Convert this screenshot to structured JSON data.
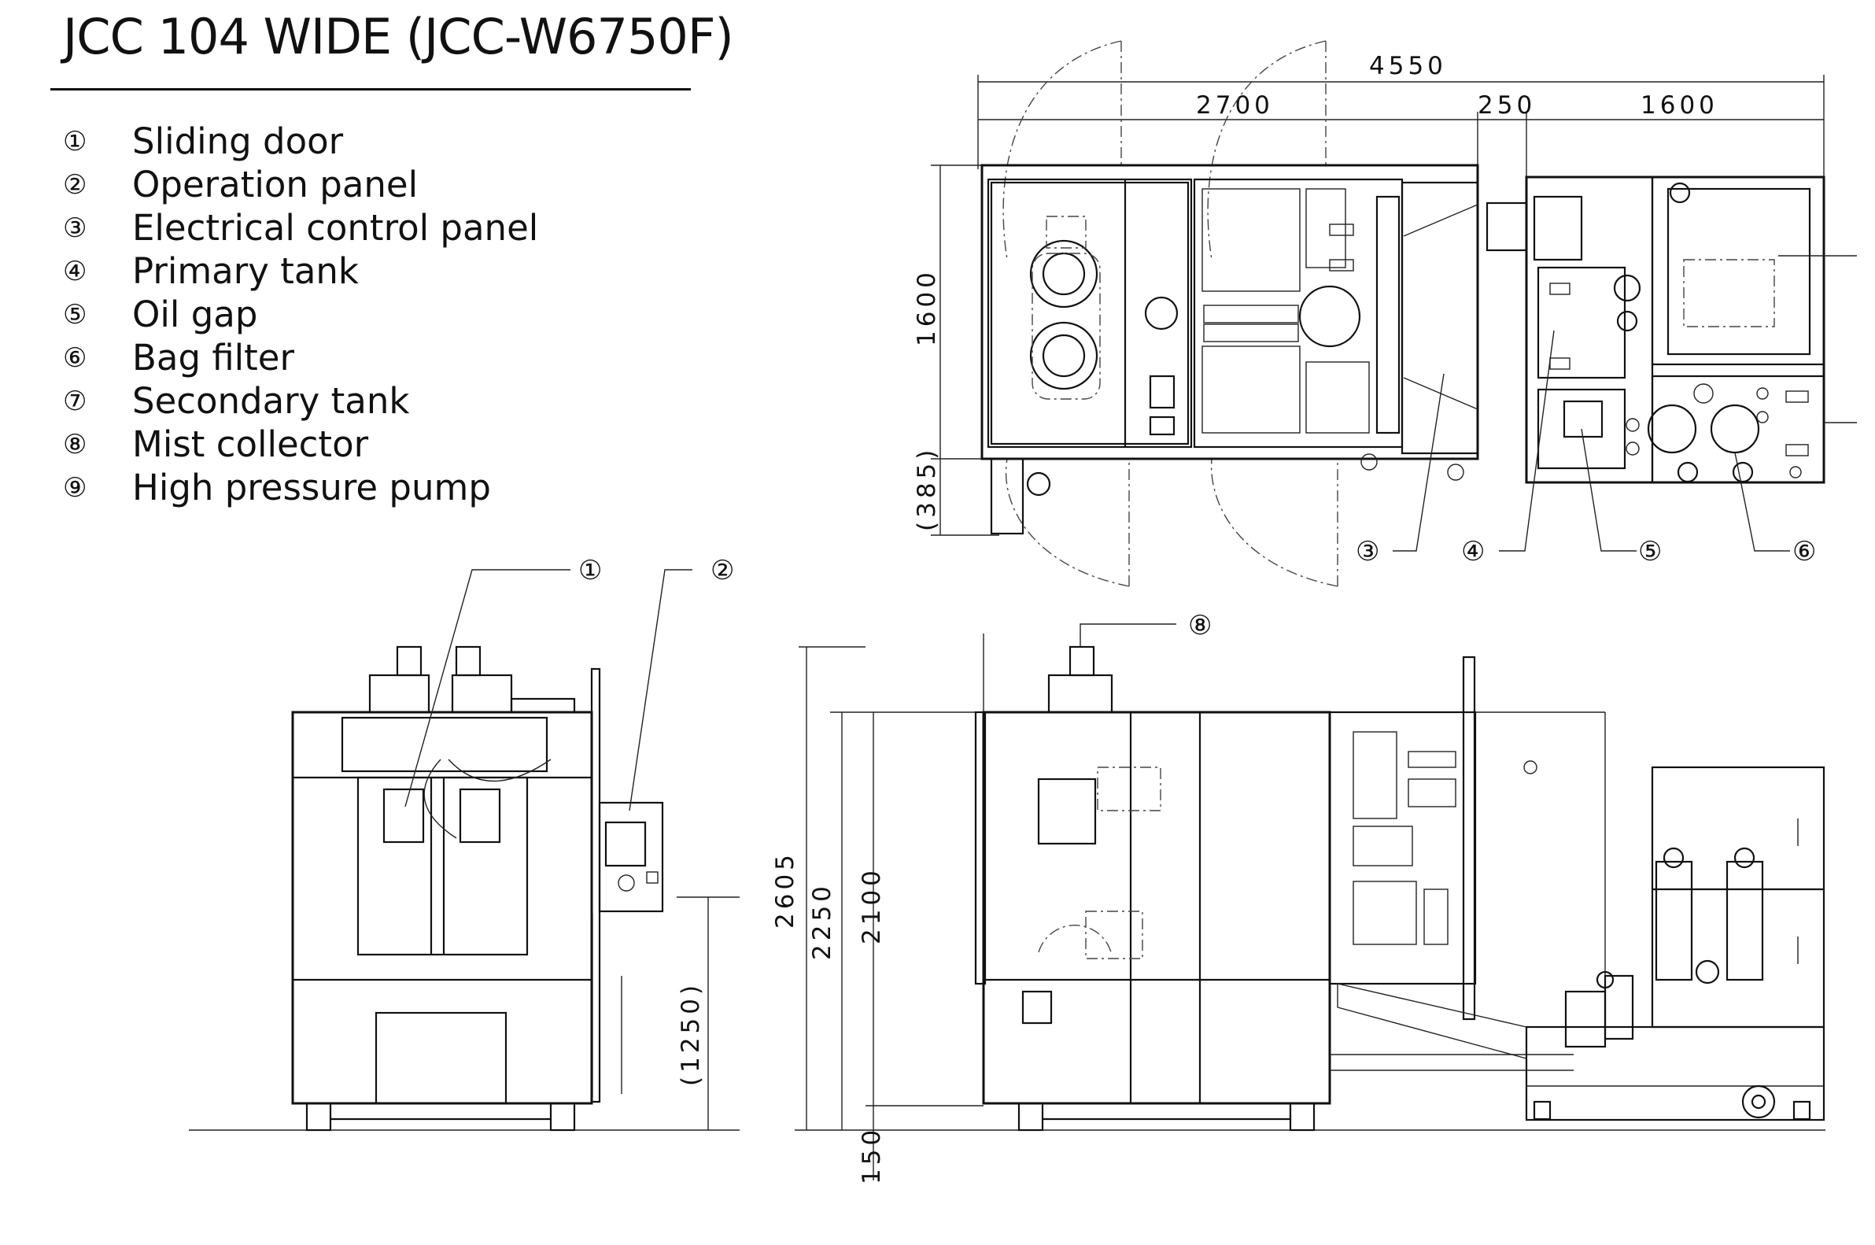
{
  "title": "JCC 104 WIDE (JCC-W6750F)",
  "legend": [
    {
      "num": "①",
      "label": "Sliding door"
    },
    {
      "num": "②",
      "label": "Operation panel"
    },
    {
      "num": "③",
      "label": "Electrical control panel"
    },
    {
      "num": "④",
      "label": "Primary tank"
    },
    {
      "num": "⑤",
      "label": "Oil gap"
    },
    {
      "num": "⑥",
      "label": "Bag filter"
    },
    {
      "num": "⑦",
      "label": "Secondary tank"
    },
    {
      "num": "⑧",
      "label": "Mist collector"
    },
    {
      "num": "⑨",
      "label": "High pressure pump"
    }
  ],
  "dimensions": {
    "top_total": "4550",
    "top_a": "2700",
    "top_b": "250",
    "top_c": "1600",
    "plan_depth": "1600",
    "plan_ext": "(385)",
    "front_panel_height": "(1250)",
    "side_total_height": "2605",
    "side_height_a": "2250",
    "side_height_b": "2100",
    "side_base": "150"
  },
  "callouts": {
    "c1": "①",
    "c2": "②",
    "c3": "③",
    "c4": "④",
    "c5": "⑤",
    "c6": "⑥",
    "c8": "⑧"
  }
}
